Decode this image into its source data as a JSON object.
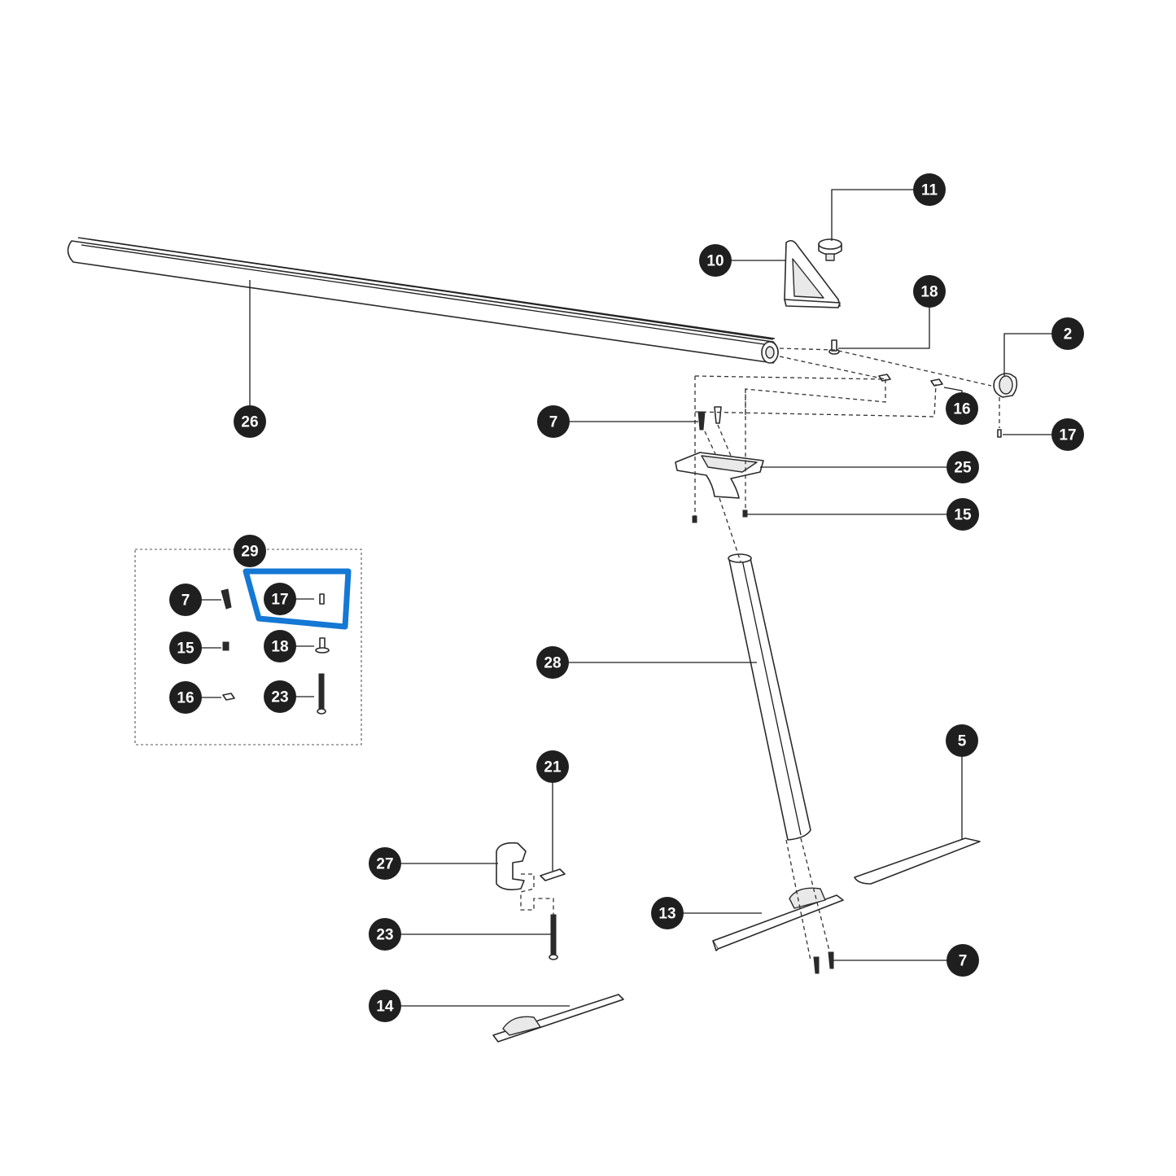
{
  "diagram": {
    "callouts": [
      {
        "id": "c26",
        "label": "26"
      },
      {
        "id": "c10",
        "label": "10"
      },
      {
        "id": "c11",
        "label": "11"
      },
      {
        "id": "c18",
        "label": "18"
      },
      {
        "id": "c2",
        "label": "2"
      },
      {
        "id": "c16",
        "label": "16"
      },
      {
        "id": "c17",
        "label": "17"
      },
      {
        "id": "c7a",
        "label": "7"
      },
      {
        "id": "c25",
        "label": "25"
      },
      {
        "id": "c15",
        "label": "15"
      },
      {
        "id": "c28",
        "label": "28"
      },
      {
        "id": "c5",
        "label": "5"
      },
      {
        "id": "c21",
        "label": "21"
      },
      {
        "id": "c27",
        "label": "27"
      },
      {
        "id": "c23",
        "label": "23"
      },
      {
        "id": "c13",
        "label": "13"
      },
      {
        "id": "c7b",
        "label": "7"
      },
      {
        "id": "c14",
        "label": "14"
      }
    ],
    "hardware_kit": {
      "label": "29",
      "items": [
        {
          "id": "k7",
          "label": "7"
        },
        {
          "id": "k17",
          "label": "17",
          "highlighted": true
        },
        {
          "id": "k15",
          "label": "15"
        },
        {
          "id": "k18",
          "label": "18"
        },
        {
          "id": "k16",
          "label": "16"
        },
        {
          "id": "k23",
          "label": "23"
        }
      ]
    },
    "colors": {
      "badge": "#1f1f1f",
      "badge_text": "#ffffff",
      "highlight": "#1478d4",
      "line": "#1d1d1d"
    }
  }
}
